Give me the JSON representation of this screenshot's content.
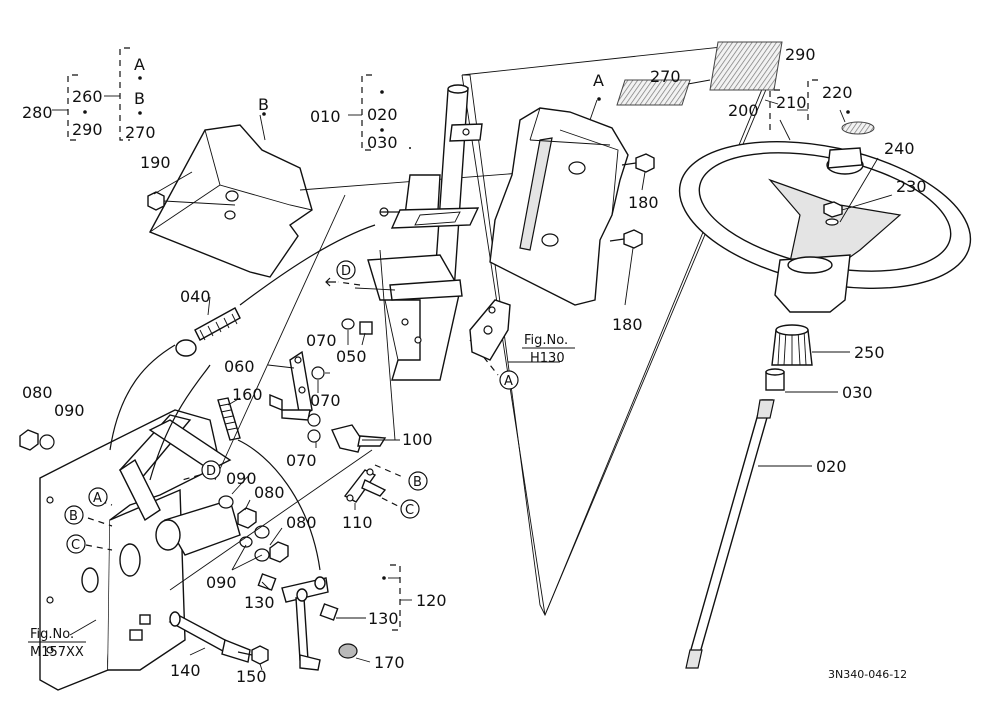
{
  "callouts": {
    "c010": "010",
    "c020a": "020",
    "c030a": "030",
    "c040": "040",
    "c050": "050",
    "c060": "060",
    "c070a": "070",
    "c070b": "070",
    "c070c": "070",
    "c080a": "080",
    "c080b": "080",
    "c080c": "080",
    "c090a": "090",
    "c090b": "090",
    "c090c": "090",
    "c100": "100",
    "c110": "110",
    "c120": "120",
    "c130a": "130",
    "c130b": "130",
    "c140": "140",
    "c150": "150",
    "c160": "160",
    "c170": "170",
    "c180a": "180",
    "c180b": "180",
    "c190": "190",
    "c200": "200",
    "c210": "210",
    "c220": "220",
    "c230": "230",
    "c240": "240",
    "c250": "250",
    "c260": "260",
    "c270a": "270",
    "c270b": "270",
    "c280": "280",
    "c290a": "290",
    "c290b": "290",
    "c030b": "030",
    "c020b": "020"
  },
  "group_letters": {
    "a": "A",
    "b": "B"
  },
  "refs": {
    "A": "A",
    "B": "B",
    "C": "C",
    "D": "D"
  },
  "cover_letters": {
    "left": "B",
    "right": "A"
  },
  "fig_refs": {
    "h130_title": "Fig.No.",
    "h130_num": "H130",
    "m157_title": "Fig.No.",
    "m157_num": "M157XX"
  },
  "drawing_number": "3N340-046-12"
}
